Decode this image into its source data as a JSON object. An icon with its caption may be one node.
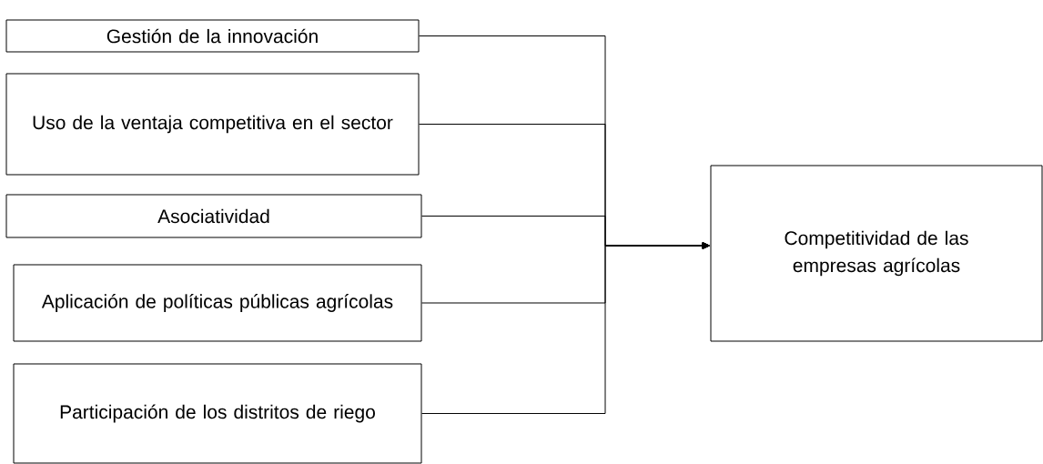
{
  "diagram": {
    "nodes": [
      {
        "text": [
          "Gestión de la innovación"
        ]
      },
      {
        "text": [
          "Uso de la ventaja competitiva en el sector"
        ]
      },
      {
        "text": [
          "Asociatividad"
        ]
      },
      {
        "text": [
          "Aplicación de políticas públicas agrícolas"
        ]
      },
      {
        "text": [
          "Participación de los distritos de riego"
        ]
      },
      {
        "text": [
          "Competitividad de las empresas agrícolas"
        ]
      }
    ],
    "edges": [
      {
        "from": 0,
        "to": 5,
        "arrow": "to"
      },
      {
        "from": 1,
        "to": 5,
        "arrow": "to"
      },
      {
        "from": 2,
        "to": 5,
        "arrow": "to"
      },
      {
        "from": 3,
        "to": 5,
        "arrow": "to"
      },
      {
        "from": 4,
        "to": 5,
        "arrow": "to"
      }
    ]
  }
}
